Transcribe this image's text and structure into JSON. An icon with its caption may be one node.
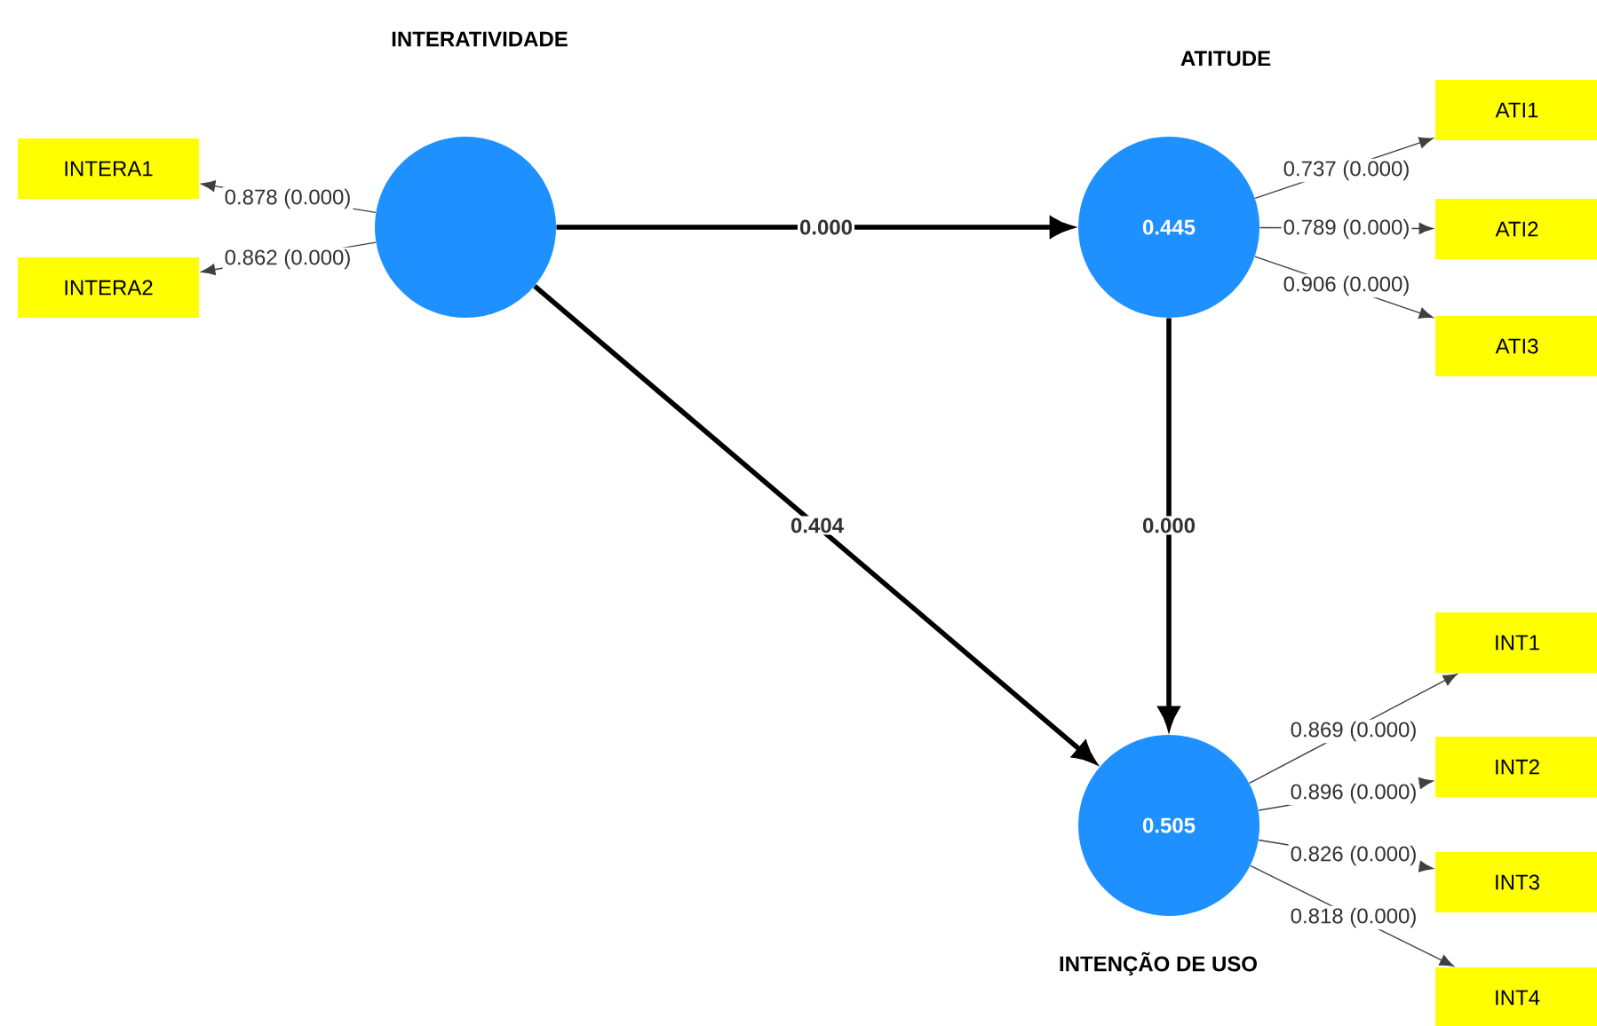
{
  "diagram": {
    "nodes": [
      {
        "text": [
          "INTERATIVIDADE"
        ]
      },
      {
        "text": [
          "ATITUDE",
          "0.445"
        ]
      },
      {
        "text": [
          "0.505",
          "INTENÇÃO DE USO"
        ]
      },
      {
        "text": [
          "INTERA1"
        ]
      },
      {
        "text": [
          "INTERA2"
        ]
      },
      {
        "text": [
          "ATI1"
        ]
      },
      {
        "text": [
          "ATI2"
        ]
      },
      {
        "text": [
          "ATI3"
        ]
      },
      {
        "text": [
          "INT1"
        ]
      },
      {
        "text": [
          "INT2"
        ]
      },
      {
        "text": [
          "INT3"
        ]
      },
      {
        "text": [
          "INT4"
        ]
      }
    ],
    "edges": [
      {
        "from": 0,
        "to": 1,
        "arrow": "to",
        "label": "0.000",
        "style": "thick",
        "color": "#000000"
      },
      {
        "from": 0,
        "to": 2,
        "arrow": "to",
        "label": "0.404",
        "style": "thick",
        "color": "#000000"
      },
      {
        "from": 1,
        "to": 2,
        "arrow": "to",
        "label": "0.000",
        "style": "thick",
        "color": "#000000"
      },
      {
        "from": 0,
        "to": 3,
        "arrow": "to",
        "label": "0.878 (0.000)"
      },
      {
        "from": 0,
        "to": 4,
        "arrow": "to",
        "label": "0.862 (0.000)"
      },
      {
        "from": 1,
        "to": 5,
        "arrow": "to",
        "label": "0.737 (0.000)"
      },
      {
        "from": 1,
        "to": 6,
        "arrow": "to",
        "label": "0.789 (0.000)"
      },
      {
        "from": 1,
        "to": 7,
        "arrow": "to",
        "label": "0.906 (0.000)"
      },
      {
        "from": 2,
        "to": 8,
        "arrow": "to",
        "label": "0.869 (0.000)"
      },
      {
        "from": 2,
        "to": 9,
        "arrow": "to",
        "label": "0.896 (0.000)"
      },
      {
        "from": 2,
        "to": 10,
        "arrow": "to",
        "label": "0.826 (0.000)"
      },
      {
        "from": 2,
        "to": 11,
        "arrow": "to",
        "label": "0.818 (0.000)"
      }
    ]
  }
}
